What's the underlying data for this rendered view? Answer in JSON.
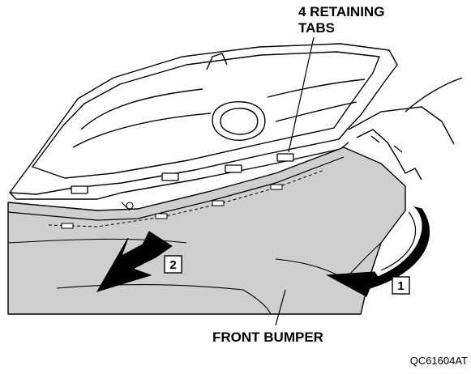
{
  "labels": {
    "retaining_tabs_line1": "4 RETAINING",
    "retaining_tabs_line2": "TABS",
    "front_bumper": "FRONT BUMPER",
    "figure_code": "QC61604AT"
  },
  "steps": {
    "step_1": "1",
    "step_2": "2"
  },
  "colors": {
    "bumper_fill": "#cfcfcf",
    "line": "#000000",
    "arrow_fill": "#000000"
  }
}
